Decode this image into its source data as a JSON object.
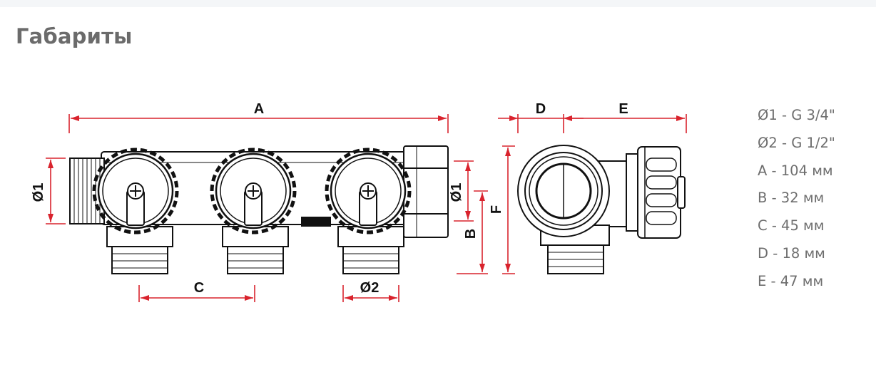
{
  "page": {
    "title": "Габариты"
  },
  "diagram": {
    "labels": {
      "A": "A",
      "B": "B",
      "C": "C",
      "D": "D",
      "E": "E",
      "F": "F",
      "d1": "Ø1",
      "d2": "Ø2"
    },
    "accent_color": "#d9232d",
    "line_color": "#111111"
  },
  "specs": [
    "Ø1 - G 3/4\"",
    "Ø2 - G 1/2\"",
    "A - 104 мм",
    "B - 32 мм",
    "C - 45 мм",
    "D - 18 мм",
    "E - 47 мм"
  ]
}
